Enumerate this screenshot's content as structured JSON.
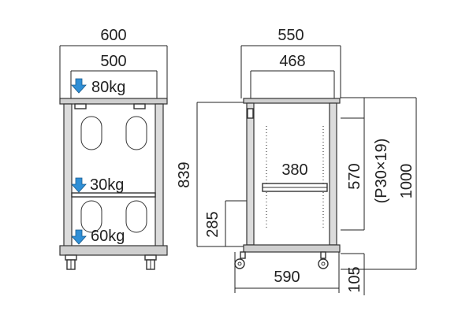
{
  "front_view": {
    "overall_width": "600",
    "inner_width": "500",
    "load_top": "80kg",
    "load_middle": "30kg",
    "load_bottom": "60kg",
    "height_total": "839",
    "height_bottom_shelf": "285"
  },
  "side_view": {
    "overall_depth": "550",
    "inner_depth": "468",
    "shelf_depth": "380",
    "base_depth": "590",
    "adjust_range": "570",
    "pitch": "(P30×19)",
    "overall_height": "1000",
    "caster_height": "105"
  },
  "colors": {
    "arrow": "#2f8fd6",
    "line": "#333333"
  }
}
